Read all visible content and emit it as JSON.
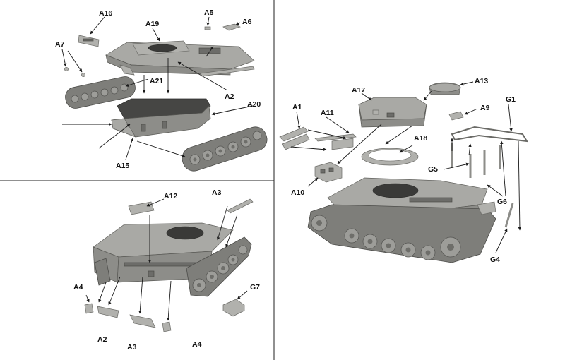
{
  "panels": [
    {
      "id": "top-left",
      "labels": [
        "A16",
        "A19",
        "A5",
        "A6",
        "A7",
        "A21",
        "A2",
        "A20",
        "A15"
      ]
    },
    {
      "id": "bottom-left",
      "labels": [
        "A12",
        "A3",
        "A4",
        "G7",
        "A2",
        "A3",
        "A4"
      ]
    },
    {
      "id": "right",
      "labels": [
        "A17",
        "A13",
        "A1",
        "A11",
        "A9",
        "G1",
        "A18",
        "G5",
        "A10",
        "G6",
        "G4"
      ]
    }
  ],
  "colors": {
    "model_grey": "#a9a9a5",
    "shadow_grey": "#6c6c69",
    "leader_lines": "#1a1a1a",
    "background": "#ffffff"
  }
}
